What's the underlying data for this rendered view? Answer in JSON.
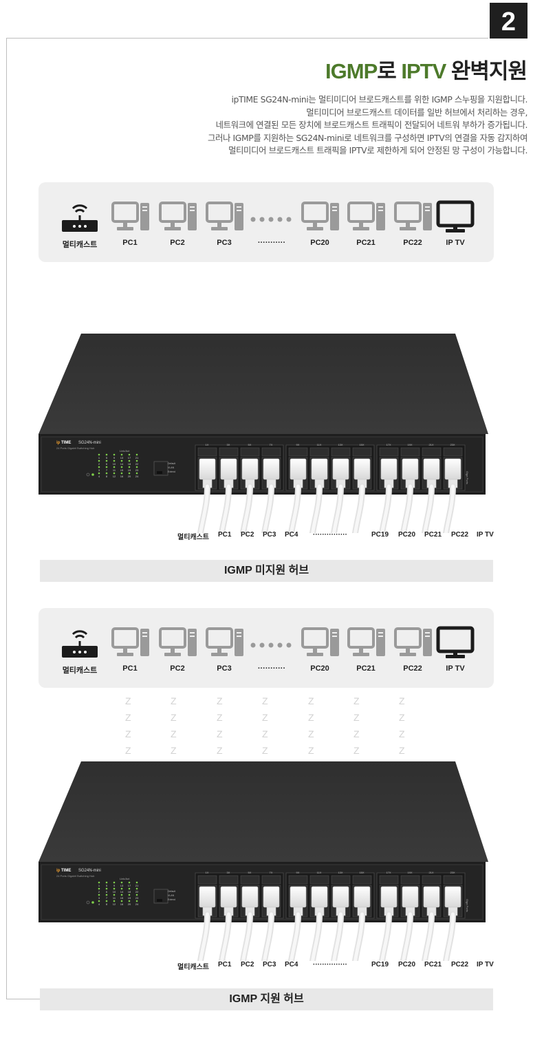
{
  "badge": "2",
  "title": {
    "part1": "IGMP",
    "part2": "로 ",
    "part3": "IPTV",
    "part4": " 완벽지원"
  },
  "description": [
    "ipTIME SG24N-mini는 멀티미디어 브로드캐스트를 위한 IGMP 스누핑을 지원합니다.",
    "멀티미디어 브로드캐스트 데이터를 일반 허브에서 처리하는 경우,",
    "네트워크에 연결된 모든 장치에 브로드캐스트 트래픽이 전달되어 네트워 부하가 증가됩니다.",
    "그러나 IGMP를 지원하는 SG24N-mini로 네트워크를 구성하면 IPTV의 연결을 자동 감지하여",
    "멀티미디어 브로드캐스트 트래픽을 IPTV로 제한하게 되어 안정된 망 구성이 가능합니다."
  ],
  "devices": [
    "멀티캐스트",
    "PC1",
    "PC2",
    "PC3",
    "···········",
    "PC20",
    "PC21",
    "PC22",
    "IP TV"
  ],
  "switch": {
    "brand": "TIME",
    "brand_prefix": "ip",
    "model": "SG24N-mini",
    "subtitle": "24 Ports Gigabit Switching Hub",
    "link_label": "Link/Act",
    "mode_labels": [
      "Default",
      "VLAN",
      "Extend"
    ],
    "led_numbers": [
      [
        "1",
        "5",
        "9",
        "13",
        "17",
        "21"
      ],
      [
        "2",
        "6",
        "10",
        "14",
        "18",
        "22"
      ],
      [
        "3",
        "7",
        "11",
        "15",
        "19",
        "23"
      ],
      [
        "4",
        "8",
        "12",
        "16",
        "20",
        "24"
      ]
    ],
    "port_labels": [
      "1X",
      "3X",
      "5X",
      "7X",
      "9X",
      "11X",
      "13X",
      "15X",
      "17X",
      "19X",
      "21X",
      "23X"
    ],
    "side_label": "Giga Ports"
  },
  "switch_labels": [
    "멀티캐스트",
    "PC1",
    "PC2",
    "PC3",
    "PC4",
    "···············",
    "PC19",
    "PC20",
    "PC21",
    "PC22",
    "IP TV"
  ],
  "captions": {
    "no_igmp": "IGMP 미지원 허브",
    "igmp": "IGMP 지원 허브"
  },
  "block_symbol": "Z",
  "colors": {
    "accent": "#4d7a2b",
    "pc_gray": "#9a9a9a",
    "tv_black": "#1c1c1c"
  }
}
